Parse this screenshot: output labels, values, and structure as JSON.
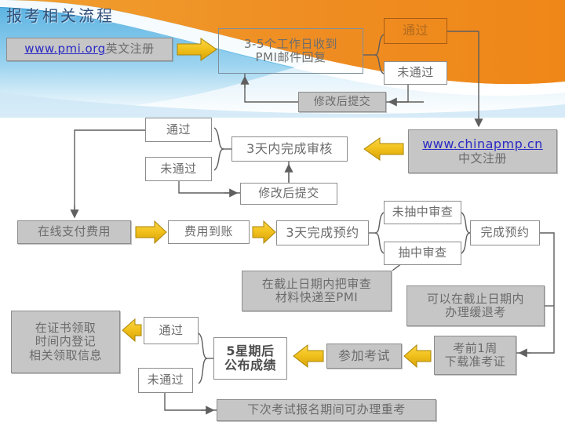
{
  "slide": {
    "title": "报考相关流程",
    "title_color": "#2f4f7a",
    "accent_orange": "#ef8d22",
    "accent_blue": "#2f9bd8",
    "arrow_color": "#f0c222",
    "arrow_outline": "#a98608",
    "box_gray": "#c6c6c6",
    "line_color": "#6b6b6b"
  },
  "nodes": {
    "pmi_register": {
      "link": "www.pmi.org",
      "suffix": "英文注册"
    },
    "pmi_reply": {
      "label": "3-5个工作日收到\nPMI邮件回复"
    },
    "pass_1": {
      "label": "通过"
    },
    "fail_1": {
      "label": "未通过"
    },
    "resubmit_1": {
      "label": "修改后提交"
    },
    "chinapmp": {
      "link": "www.chinapmp.cn",
      "suffix": "中文注册"
    },
    "review_3days": {
      "label": "3天内完成审核"
    },
    "pass_2": {
      "label": "通过"
    },
    "fail_2": {
      "label": "未通过"
    },
    "resubmit_2": {
      "label": "修改后提交"
    },
    "pay_online": {
      "label": "在线支付费用"
    },
    "fee_received": {
      "label": "费用到账"
    },
    "book_3days": {
      "label": "3天完成预约"
    },
    "not_selected_audit": {
      "label": "未抽中审查"
    },
    "selected_audit": {
      "label": "抽中审查"
    },
    "booking_done": {
      "label": "完成预约"
    },
    "courier_materials": {
      "label": "在截止日期内把审查\n材料快递至PMI"
    },
    "defer_exam": {
      "label": "可以在截止日期内\n办理缓退考"
    },
    "download_ticket": {
      "label": "考前1周\n下载准考证"
    },
    "take_exam": {
      "label": "参加考试"
    },
    "results_5weeks": {
      "label": "5星期后\n公布成绩"
    },
    "pass_3": {
      "label": "通过"
    },
    "fail_3": {
      "label": "未通过"
    },
    "cert_register": {
      "label": "在证书领取\n时间内登记\n相关领取信息"
    },
    "retake": {
      "label": "下次考试报名期间可办理重考"
    }
  }
}
